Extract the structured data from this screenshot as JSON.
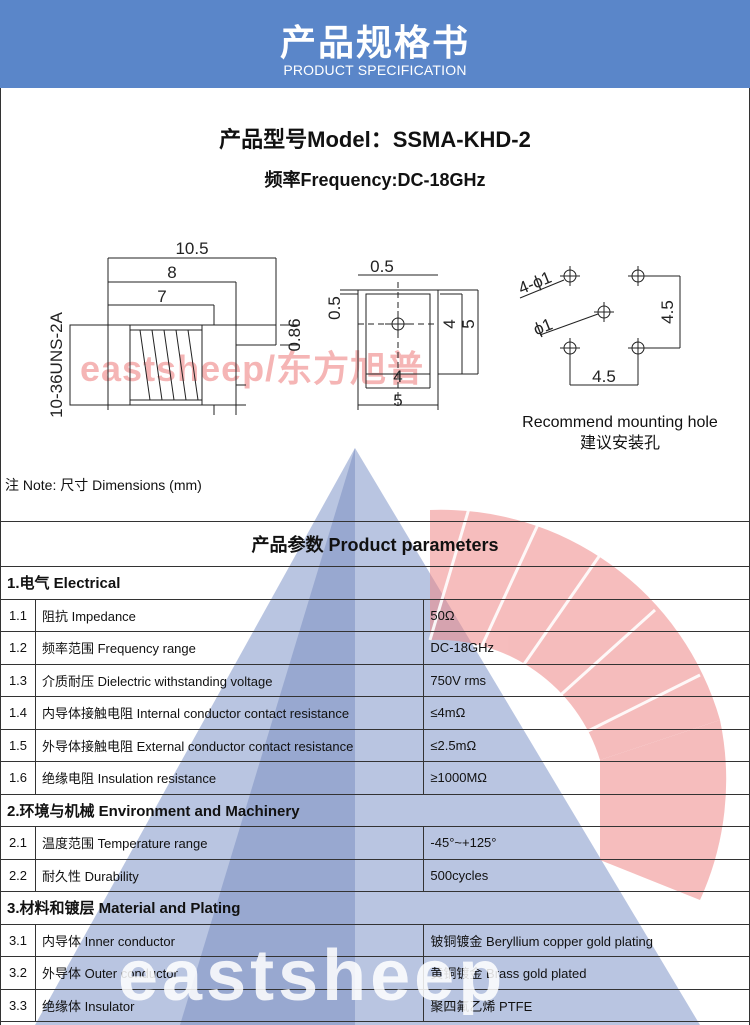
{
  "header": {
    "title": "产品规格书",
    "subtitle": "PRODUCT SPECIFICATION"
  },
  "product": {
    "model": "产品型号Model：SSMA-KHD-2",
    "frequency": "频率Frequency:DC-18GHz"
  },
  "drawing": {
    "side_view": {
      "dim_total": "10.5",
      "dim_mid": "8",
      "dim_short": "7",
      "dim_pin": "0.86",
      "thread": "10-36UNS-2A"
    },
    "front_view": {
      "dim_top": "0.5",
      "dim_left": "0.5",
      "dim_inner_h": "4",
      "dim_outer_h": "5",
      "dim_inner_w": "4",
      "dim_outer_w": "5"
    },
    "hole_view": {
      "hole_4": "4-ϕ1",
      "hole_center": "ϕ1",
      "dim_v": "4.5",
      "dim_h": "4.5"
    },
    "recommend_en": "Recommend mounting hole",
    "recommend_cn": "建议安装孔"
  },
  "note": "注 Note:  尺寸 Dimensions (mm)",
  "watermark": {
    "red": "eastsheep/东方旭普",
    "white": "eastsheep"
  },
  "table": {
    "title": "产品参数 Product parameters",
    "sections": [
      {
        "label": "1.电气 Electrical",
        "rows": [
          {
            "num": "1.1",
            "item": "阻抗 Impedance",
            "value": "50Ω"
          },
          {
            "num": "1.2",
            "item": "频率范围 Frequency range",
            "value": "DC-18GHz"
          },
          {
            "num": "1.3",
            "item": "介质耐压 Dielectric withstanding voltage",
            "value": "750V rms"
          },
          {
            "num": "1.4",
            "item": "内导体接触电阻 Internal conductor contact resistance",
            "value": "≤4mΩ"
          },
          {
            "num": "1.5",
            "item": "外导体接触电阻 External conductor contact resistance",
            "value": "≤2.5mΩ"
          },
          {
            "num": "1.6",
            "item": "绝缘电阻  Insulation resistance",
            "value": "≥1000MΩ"
          }
        ]
      },
      {
        "label": "2.环境与机械 Environment and Machinery",
        "rows": [
          {
            "num": "2.1",
            "item": "温度范围 Temperature range",
            "value": "-45°~+125°"
          },
          {
            "num": "2.2",
            "item": "耐久性 Durability",
            "value": "500cycles"
          }
        ]
      },
      {
        "label": "3.材料和镀层 Material and Plating",
        "rows": [
          {
            "num": "3.1",
            "item": "内导体 Inner conductor",
            "value": "铍铜镀金 Beryllium copper gold plating"
          },
          {
            "num": "3.2",
            "item": "外导体 Outer conductor",
            "value": "黄铜镀金 Brass gold plated"
          },
          {
            "num": "3.3",
            "item": "绝缘体 Insulator",
            "value": "聚四氟乙烯 PTFE"
          }
        ]
      }
    ]
  }
}
